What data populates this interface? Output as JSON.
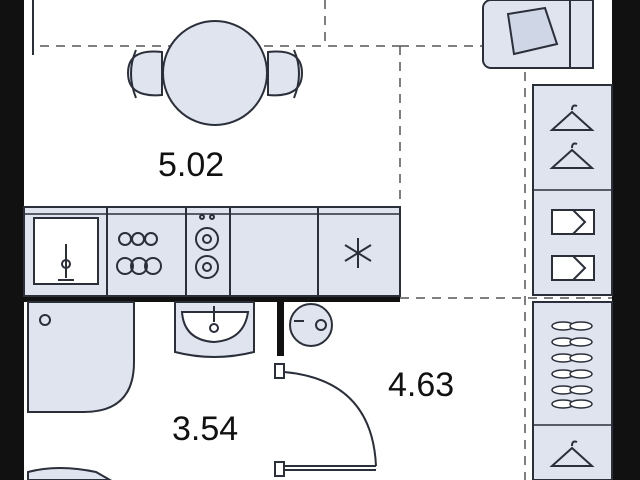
{
  "rooms": [
    {
      "id": "kitchen-living",
      "area": "5.02"
    },
    {
      "id": "hallway",
      "area": "4.63"
    },
    {
      "id": "bathroom",
      "area": "3.54"
    }
  ],
  "colors": {
    "wall": "#111111",
    "fixture_fill": "#dfe4ef",
    "fixture_stroke": "#2a2f3a",
    "dashed": "#555555",
    "background": "#ffffff"
  },
  "icons": [
    "dining-table-icon",
    "chair-icon",
    "sink-icon",
    "hob-icon",
    "stove-icon",
    "fridge-icon",
    "snowflake-icon",
    "shower-icon",
    "washbasin-icon",
    "washing-machine-icon",
    "toilet-icon",
    "sofa-icon",
    "cushion-icon",
    "hanger-icon",
    "shirt-icon",
    "shoes-icon",
    "door-icon"
  ]
}
